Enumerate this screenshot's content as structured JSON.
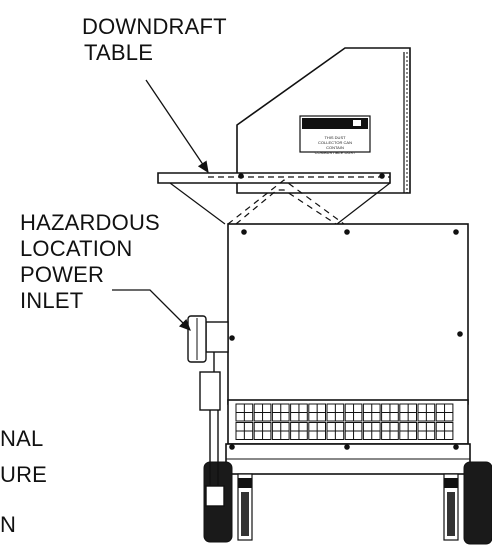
{
  "callouts": {
    "downdraft_table": {
      "line1": "DOWNDRAFT",
      "line2": "TABLE"
    },
    "hazardous_inlet": {
      "line1": "HAZARDOUS",
      "line2": "LOCATION",
      "line3": "POWER",
      "line4": "INLET"
    },
    "partial_left": {
      "line1": "NAL",
      "line2": "URE",
      "line3": "N"
    }
  },
  "warning_plate": {
    "line1": "THIS DUST",
    "line2": "COLLECTOR CAN",
    "line3": "CONTAIN",
    "line4": "COMBUSTIBLE DUST"
  },
  "colors": {
    "line": "#111111",
    "background": "#ffffff",
    "tire": "#1a1a1a"
  },
  "icons": {
    "inlet": "power-inlet-icon",
    "grille": "vent-grille-icon",
    "wheel": "caster-wheel-icon"
  }
}
